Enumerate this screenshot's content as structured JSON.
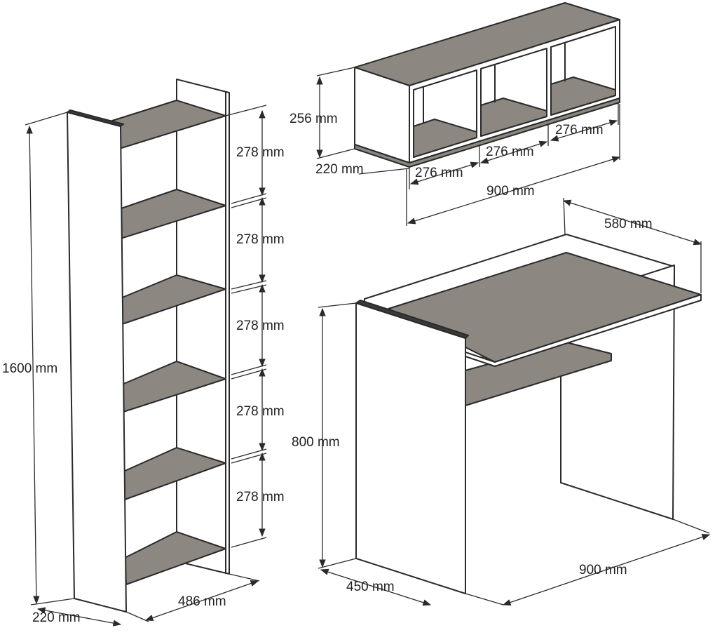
{
  "colors": {
    "panel": "#ffffff",
    "shelf": "#8c8780",
    "edge": "#2a2a2a",
    "dimension": "#2a2a2a"
  },
  "bookcase": {
    "height": "1600 mm",
    "depth": "220 mm",
    "width": "486 mm",
    "shelf_gaps": [
      "278 mm",
      "278 mm",
      "278 mm",
      "278 mm",
      "278 mm"
    ]
  },
  "wall_shelf": {
    "height": "256 mm",
    "depth": "220 mm",
    "width": "900 mm",
    "compartments": [
      "276 mm",
      "276 mm",
      "276 mm"
    ]
  },
  "desk": {
    "height": "800 mm",
    "depth": "450 mm",
    "width": "900 mm",
    "top_depth": "580 mm"
  }
}
